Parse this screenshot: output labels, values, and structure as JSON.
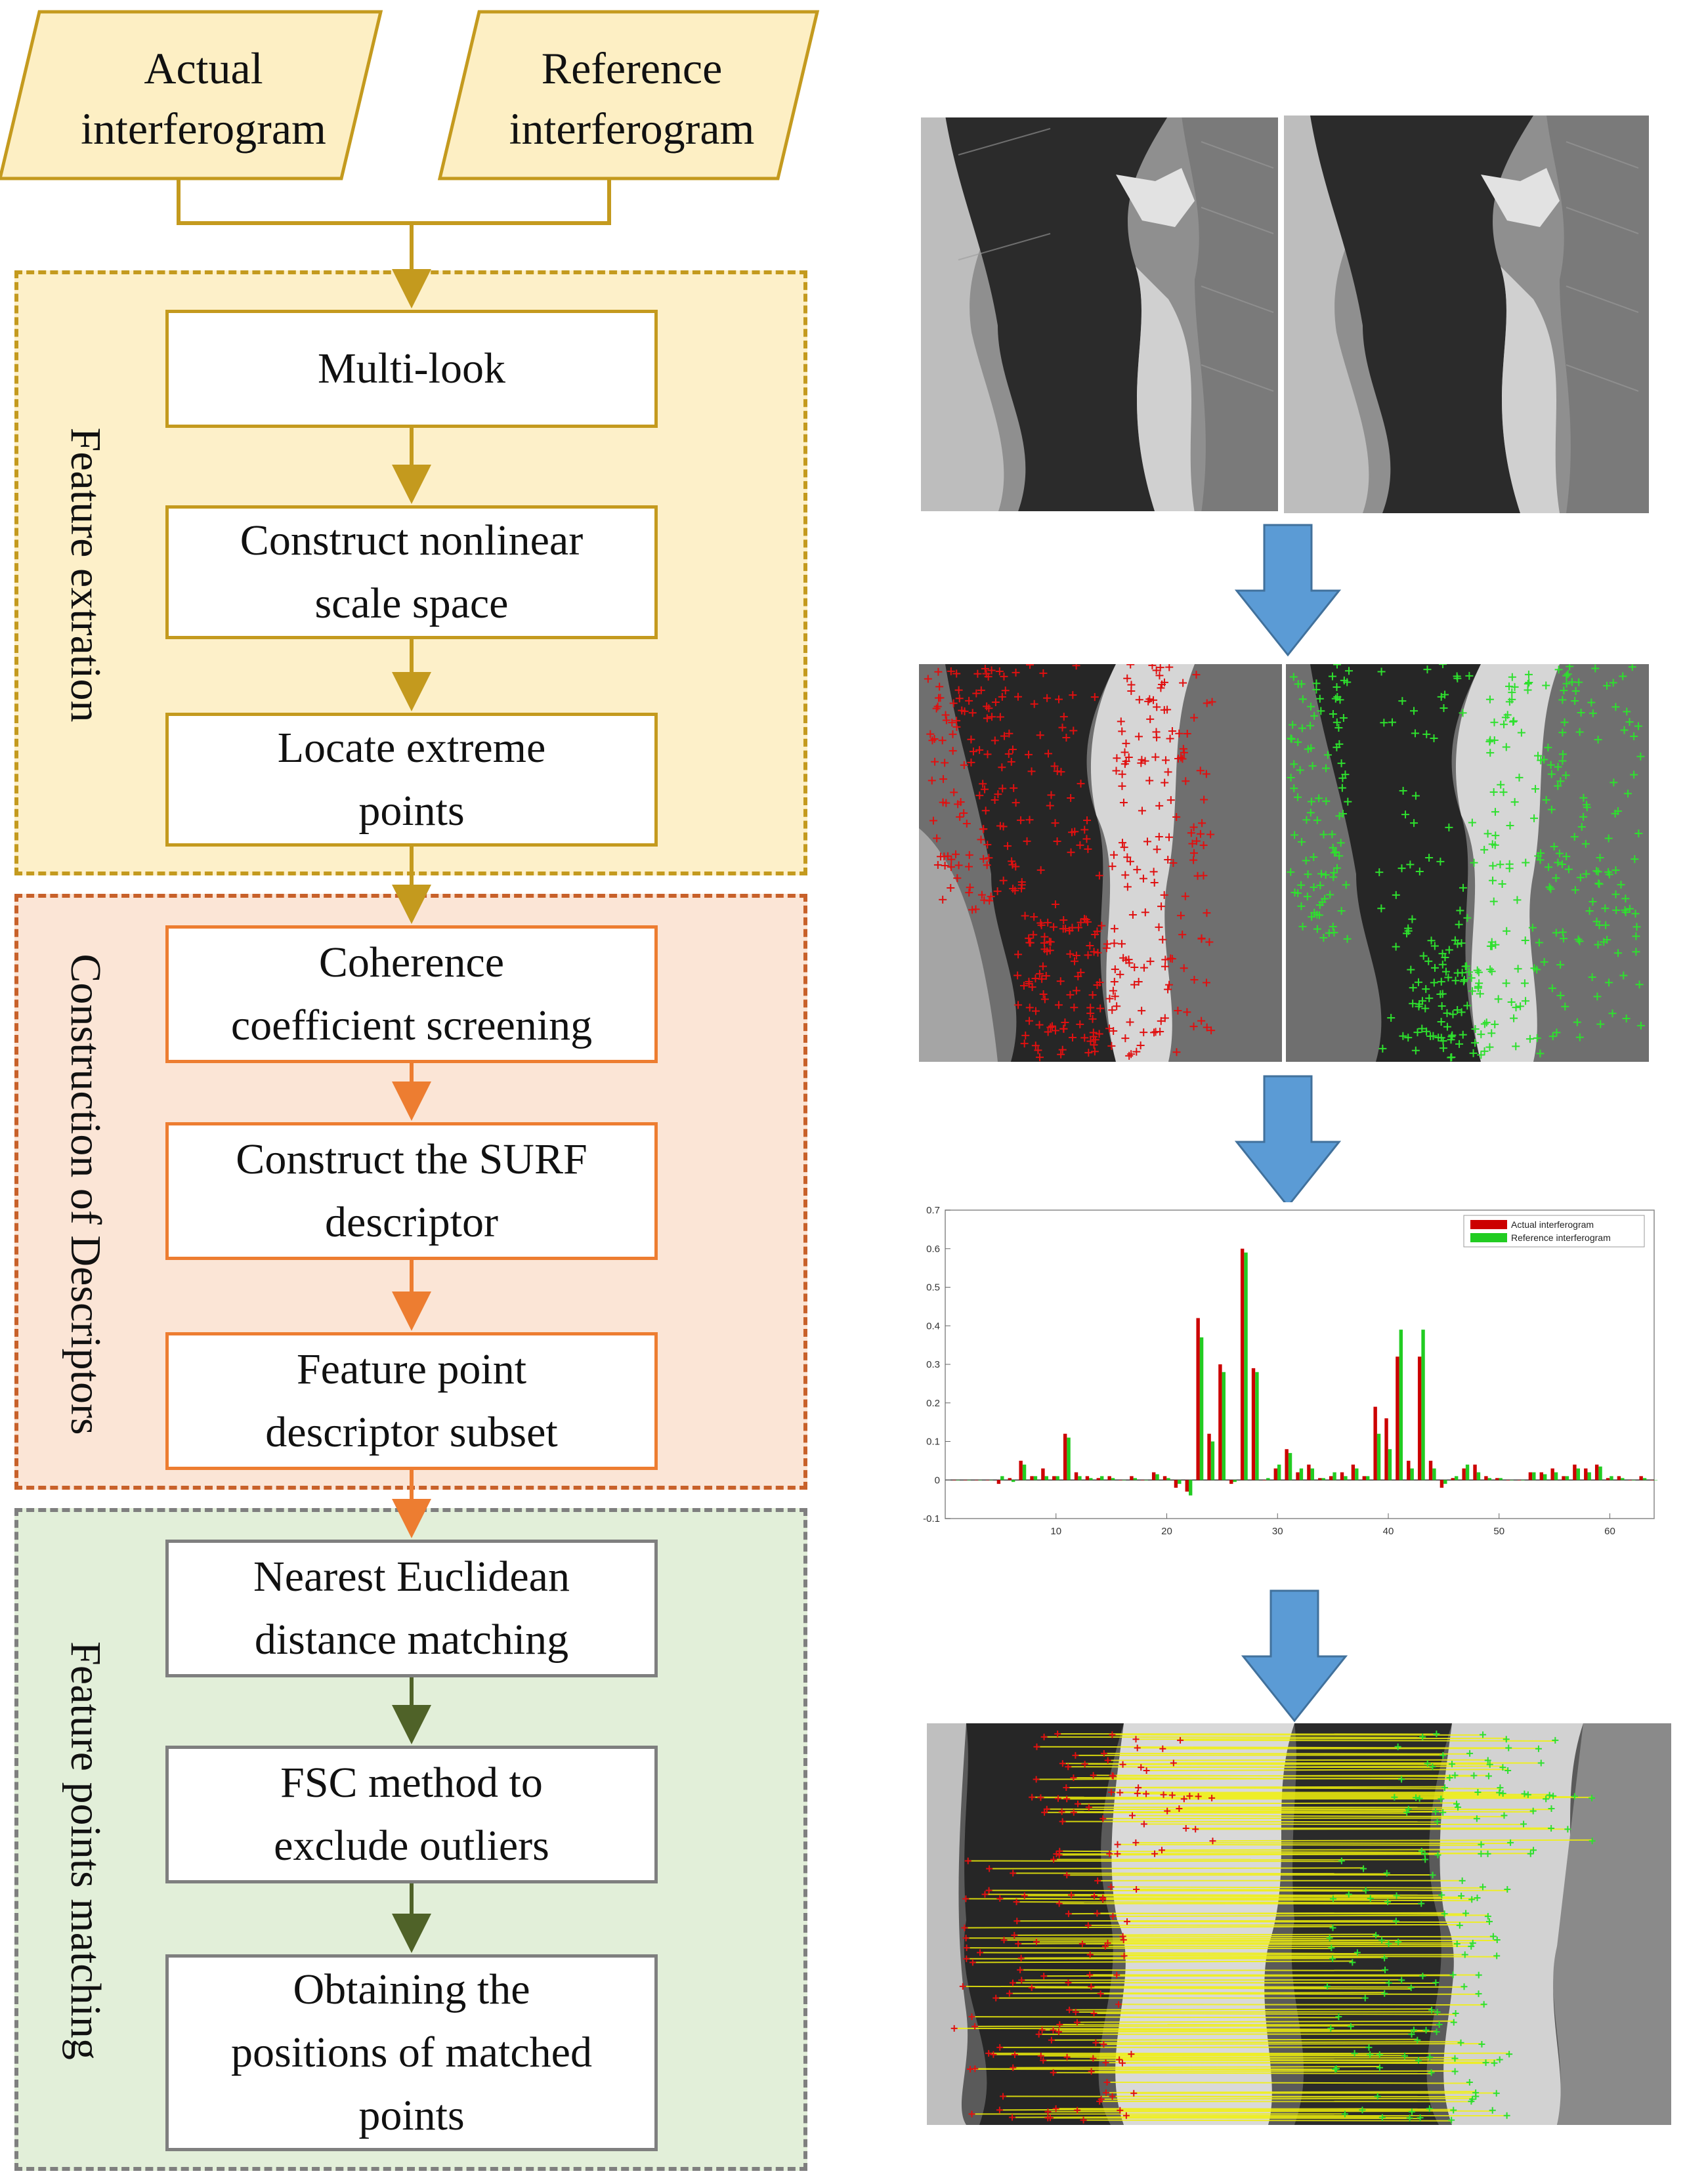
{
  "inputs": {
    "actual": "Actual\ninterferogram",
    "reference": "Reference\ninterferogram"
  },
  "sections": {
    "feature_extraction": {
      "label": "Feature extration",
      "color": "#c49a1e",
      "fill": "#fdf0c9"
    },
    "descriptors": {
      "label": "Construction of Descriptors",
      "color": "#c8612a",
      "fill": "#fbe5d6"
    },
    "matching": {
      "label": "Feature points matching",
      "color": "#7f7f7f",
      "fill": "#e2efd9"
    }
  },
  "steps": {
    "multilook": "Multi-look",
    "scale_space": "Construct nonlinear\nscale space",
    "extreme_points": "Locate extreme\npoints",
    "coherence": "Coherence\ncoefficient screening",
    "surf": "Construct the SURF\ndescriptor",
    "subset": "Feature point\ndescriptor subset",
    "euclidean": "Nearest Euclidean\ndistance matching",
    "fsc": "FSC method to\nexclude outliers",
    "positions": "Obtaining the\npositions of matched\npoints"
  },
  "colors": {
    "box_gold": "#c49a1e",
    "box_orange": "#ed7d31",
    "box_gray": "#7f7f7f",
    "arrow_green": "#4f6228",
    "input_fill": "#fdefc4",
    "flow_arrow": "#5b9bd5",
    "red_points": "#e01010",
    "green_points": "#2ee02e",
    "match_lines": "#f2f20a"
  },
  "chart_data": {
    "type": "bar",
    "title": "",
    "xlabel": "",
    "ylabel": "",
    "xlim": [
      0,
      64
    ],
    "ylim": [
      -0.1,
      0.7
    ],
    "xticks": [
      "10",
      "20",
      "30",
      "40",
      "50",
      "60"
    ],
    "yticks": [
      "-0.1",
      "0",
      "0.1",
      "0.2",
      "0.3",
      "0.4",
      "0.5",
      "0.6",
      "0.7"
    ],
    "legend_position": "top-right",
    "x": [
      1,
      2,
      3,
      4,
      5,
      6,
      7,
      8,
      9,
      10,
      11,
      12,
      13,
      14,
      15,
      16,
      17,
      18,
      19,
      20,
      21,
      22,
      23,
      24,
      25,
      26,
      27,
      28,
      29,
      30,
      31,
      32,
      33,
      34,
      35,
      36,
      37,
      38,
      39,
      40,
      41,
      42,
      43,
      44,
      45,
      46,
      47,
      48,
      49,
      50,
      51,
      52,
      53,
      54,
      55,
      56,
      57,
      58,
      59,
      60,
      61,
      62,
      63,
      64
    ],
    "series": [
      {
        "name": "Actual interferogram",
        "color": "#cc0000",
        "values": [
          0,
          0,
          0,
          0,
          -0.01,
          0.005,
          0.05,
          0.01,
          0.03,
          0.01,
          0.12,
          0.02,
          0.01,
          0.005,
          0.01,
          0,
          0.01,
          0,
          0.02,
          0.01,
          -0.02,
          -0.03,
          0.42,
          0.12,
          0.3,
          -0.01,
          0.6,
          0.29,
          0,
          0.03,
          0.08,
          0.02,
          0.04,
          0.005,
          0.01,
          0.02,
          0.04,
          0.01,
          0.19,
          0.16,
          0.32,
          0.05,
          0.32,
          0.05,
          -0.02,
          0.005,
          0.03,
          0.04,
          0.01,
          0.005,
          0,
          0,
          0.02,
          0.02,
          0.03,
          0.01,
          0.04,
          0.03,
          0.04,
          0.005,
          0.01,
          0,
          0.01,
          0
        ]
      },
      {
        "name": "Reference interferogram",
        "color": "#22cc22",
        "values": [
          0,
          0,
          0,
          0,
          0.01,
          -0.005,
          0.04,
          0.01,
          0.01,
          0.01,
          0.11,
          0.01,
          0.005,
          0.01,
          0.005,
          0,
          0.005,
          0,
          0.015,
          0.005,
          -0.01,
          -0.04,
          0.37,
          0.1,
          0.28,
          -0.005,
          0.59,
          0.28,
          0.005,
          0.04,
          0.07,
          0.03,
          0.03,
          0.005,
          0.02,
          0.01,
          0.03,
          0.01,
          0.12,
          0.08,
          0.39,
          0.03,
          0.39,
          0.03,
          -0.01,
          0.01,
          0.04,
          0.02,
          0.005,
          0.005,
          0,
          0,
          0.02,
          0.015,
          0.02,
          0.01,
          0.03,
          0.02,
          0.035,
          0.01,
          0.005,
          0,
          0.005,
          0
        ]
      }
    ]
  }
}
